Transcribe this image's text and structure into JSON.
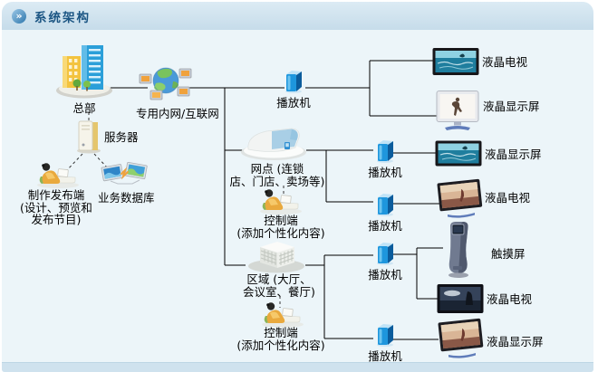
{
  "header": {
    "title": "系统架构",
    "icon_glyph": "»"
  },
  "diagram": {
    "headquarters": {
      "label": "总部"
    },
    "network": {
      "label": "专用内网/互联网"
    },
    "server": {
      "label": "服务器"
    },
    "producer": {
      "line1": "制作发布端",
      "line2": "(设计、预览和",
      "line3": "发布节目)"
    },
    "database": {
      "label": "业务数据库"
    },
    "branch": {
      "line1": "网点 (连锁",
      "line2": "店、门店、卖场等)"
    },
    "branch_control": {
      "line1": "控制端",
      "line2": "(添加个性化内容)"
    },
    "area": {
      "line1": "区域 (大厅、",
      "line2": "会议室、餐厅)"
    },
    "area_control": {
      "line1": "控制端",
      "line2": "(添加个性化内容)"
    },
    "players": [
      {
        "label": "播放机"
      },
      {
        "label": "播放机"
      },
      {
        "label": "播放机"
      },
      {
        "label": "播放机"
      },
      {
        "label": "播放机"
      }
    ],
    "displays": [
      {
        "label": "液晶电视"
      },
      {
        "label": "液晶显示屏"
      },
      {
        "label": "液晶显示屏"
      },
      {
        "label": "液晶电视"
      },
      {
        "label": "触摸屏"
      },
      {
        "label": "液晶电视"
      },
      {
        "label": "液晶显示屏"
      }
    ]
  },
  "colors": {
    "title_text": "#1b5583",
    "titlebar_bg": "#c6dcea",
    "content_bg": "#ecf5f9",
    "connector": "#000000",
    "player_blue": "#1e96dd"
  }
}
